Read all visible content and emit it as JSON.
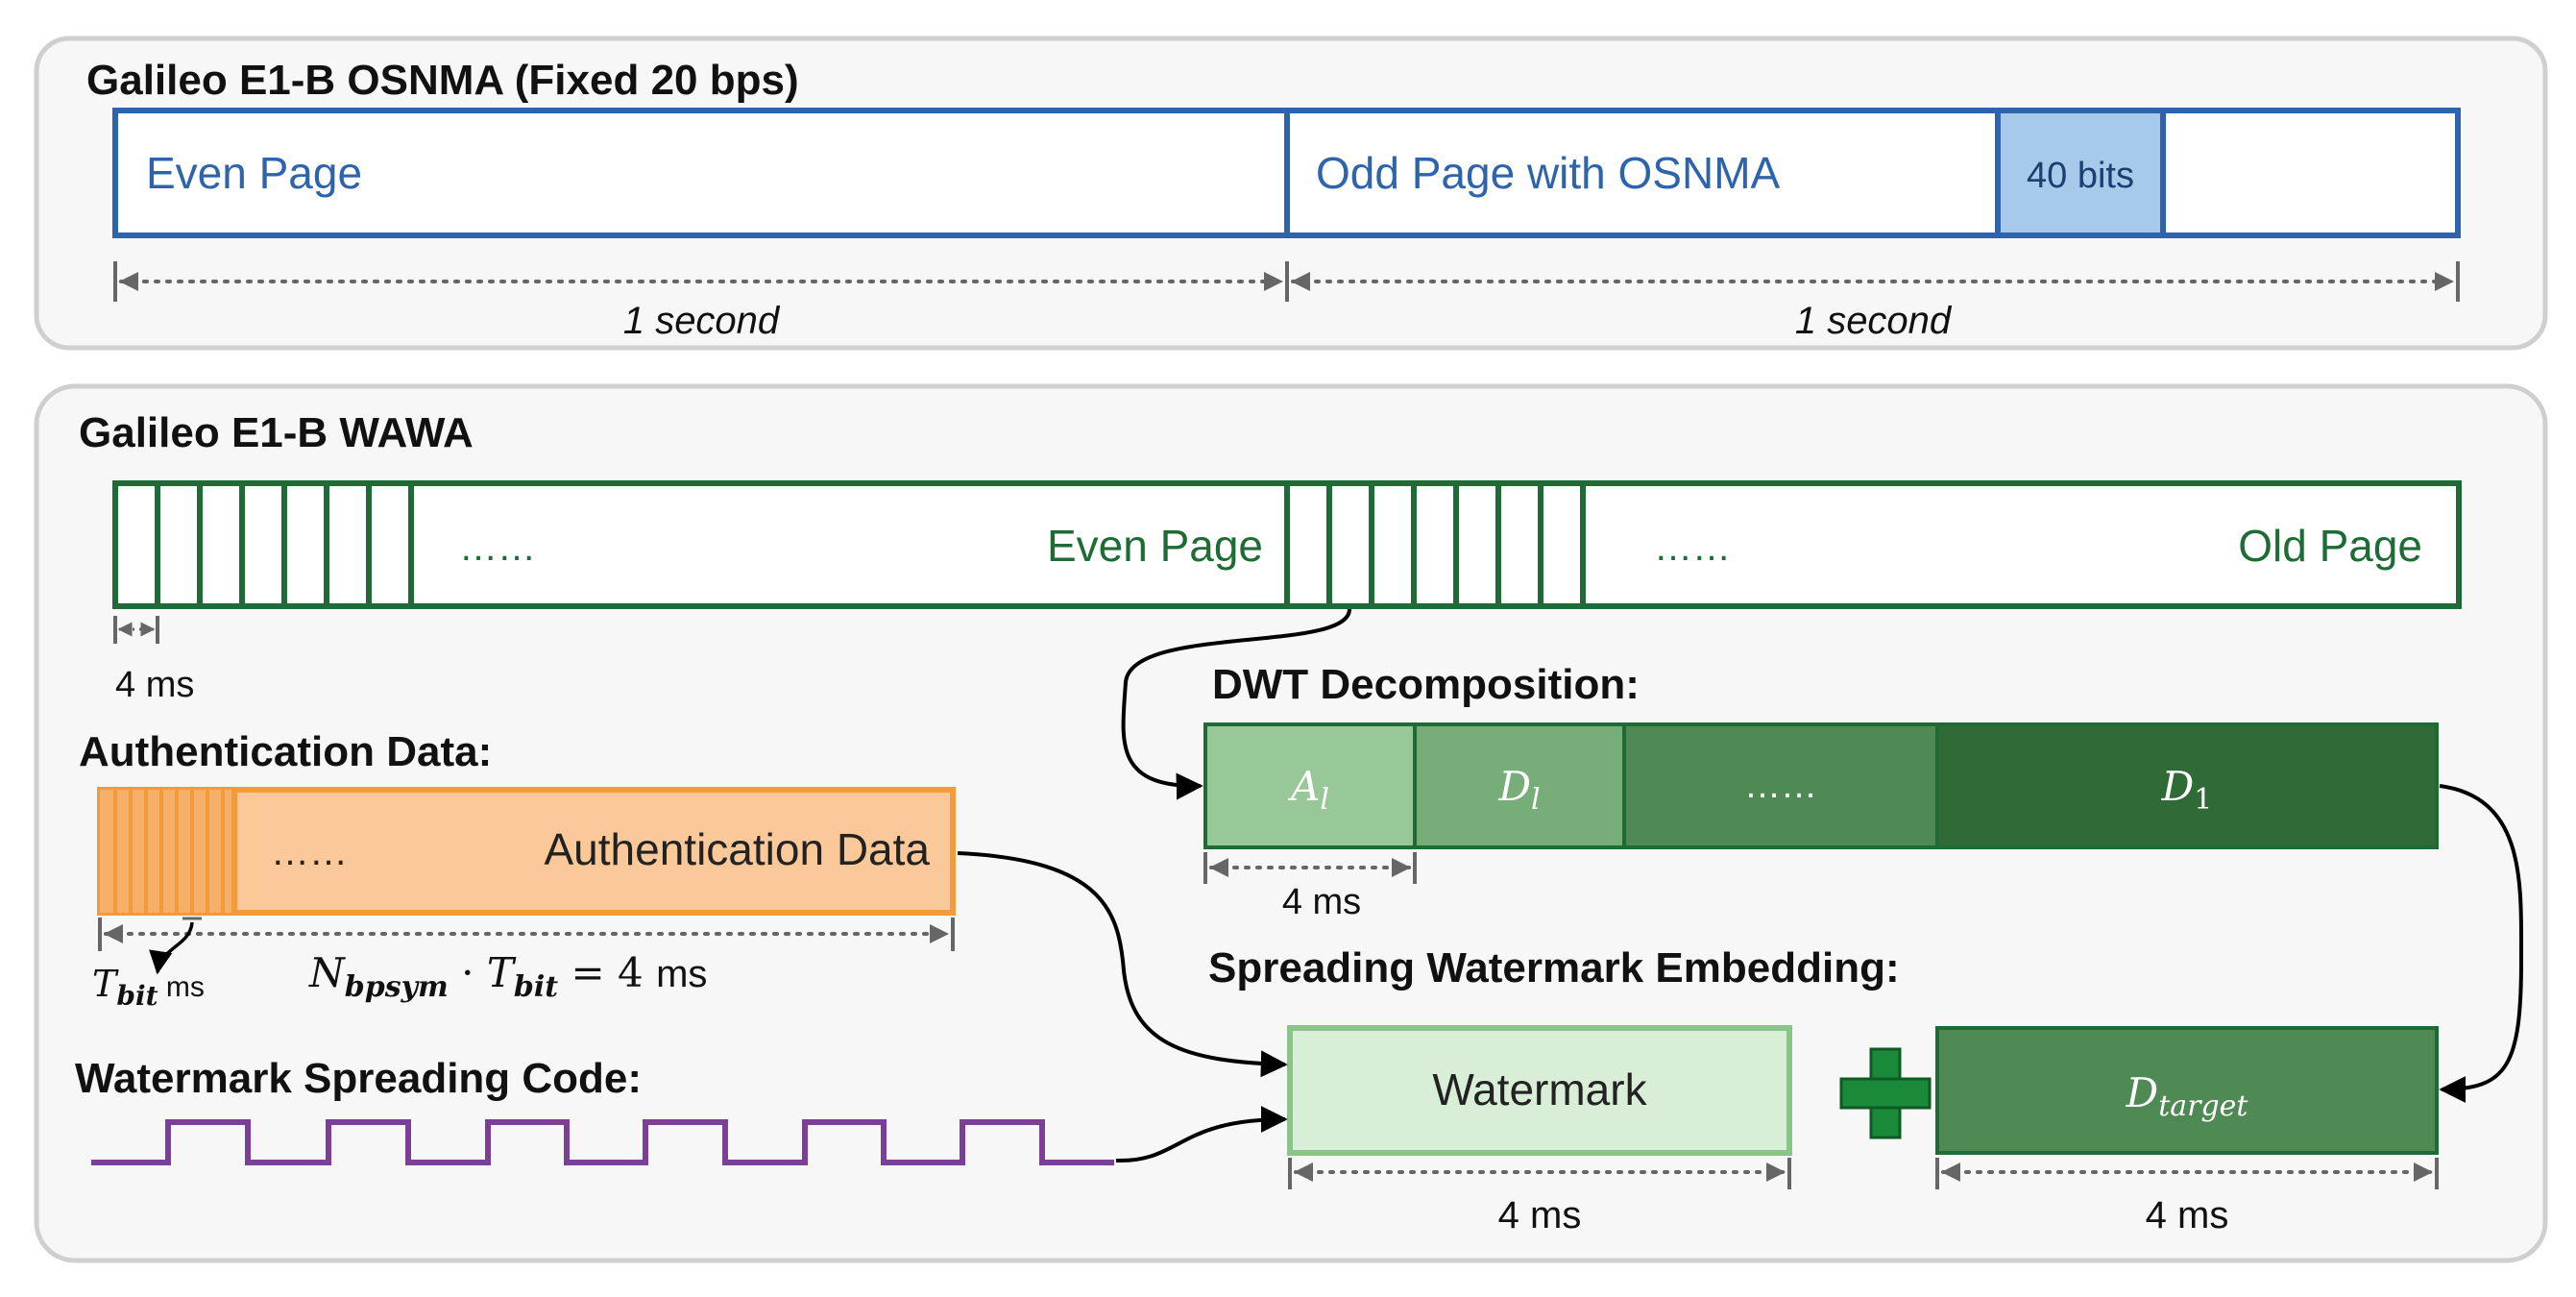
{
  "colors": {
    "panel_border": "#cfcfcf",
    "panel_fill": "#f7f7f7",
    "osnma_blue": "#2e64ad",
    "osnma_light": "#a7c9ea",
    "wawa_green": "#1f6b35",
    "auth_orange": "#f59a3a",
    "auth_fill": "#fbc999",
    "code_purple": "#7b3f98",
    "plus_green": "#1a8a3a",
    "dim_gray": "#666666"
  },
  "osnma": {
    "title": "Galileo E1-B OSNMA (Fixed 20 bps)",
    "even_page": "Even Page",
    "odd_page": "Odd Page with OSNMA",
    "bits_label": "40 bits",
    "dur_left": "1 second",
    "dur_right": "1 second"
  },
  "wawa": {
    "title": "Galileo E1-B WAWA",
    "dots_left": "……",
    "even_page": "Even Page",
    "dots_right": "……",
    "odd_page": "Old Page",
    "slot_duration": "4 ms",
    "auth_title": "Authentication Data:",
    "auth_dots": "……",
    "auth_label": "Authentication Data",
    "tbit_main": "T",
    "tbit_sub": "bit",
    "tbit_unit": " ms",
    "formula": {
      "n": "N",
      "n_sub": "bpsym",
      "dot": " · ",
      "t": "T",
      "t_sub": "bit",
      "eq": " = 4 ",
      "unit": "ms"
    },
    "code_title": "Watermark Spreading Code:",
    "dwt_title": "DWT Decomposition:",
    "dwt": {
      "a_main": "A",
      "a_sub": "l",
      "d_main": "D",
      "d_sub": "l",
      "dots": "……",
      "d1_main": "D",
      "d1_sub": "1"
    },
    "dwt_duration": "4 ms",
    "embed_title": "Spreading Watermark Embedding:",
    "watermark_label": "Watermark",
    "plus": "+",
    "target_main": "D",
    "target_sub": "target",
    "wm_duration": "4 ms",
    "target_duration": "4 ms"
  }
}
